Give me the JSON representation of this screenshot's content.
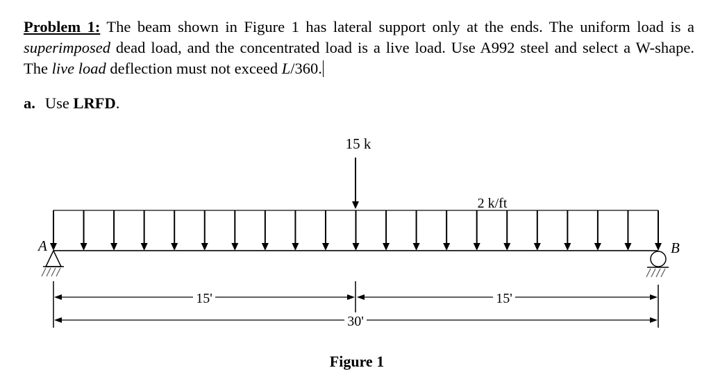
{
  "problem": {
    "heading": "Problem 1:",
    "text_1": " The beam shown in Figure 1 has lateral support only at the ends. The uniform load is a ",
    "emph_1": "superimposed",
    "text_2": " dead load, and the concentrated load is a live load. Use A992 steel and select a W-shape. The ",
    "emph_2": "live load",
    "text_3": " deflection must not exceed ",
    "emph_3": "L",
    "text_4": "/360."
  },
  "part_a": {
    "label": "a.",
    "text": "Use ",
    "emph": "LRFD",
    "end": "."
  },
  "figure": {
    "caption": "Figure 1",
    "point_load_label": "15 k",
    "distributed_load_label": "2 k/ft",
    "support_left_label": "A",
    "support_right_label": "B",
    "support_left_type": "pin",
    "support_right_type": "roller",
    "dim_left_span": "15'",
    "dim_right_span": "15'",
    "dim_total_span": "30'"
  }
}
